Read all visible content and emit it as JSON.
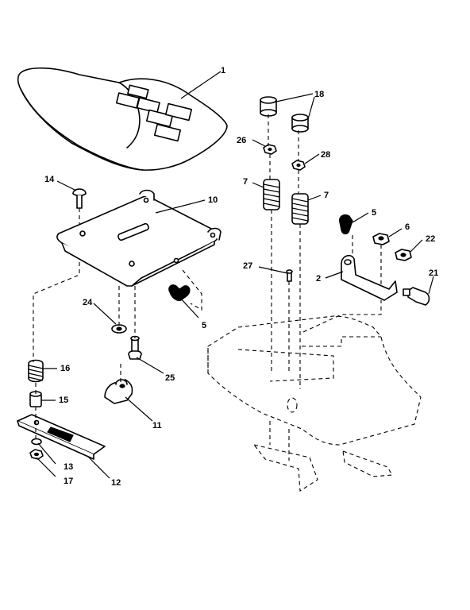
{
  "callouts": {
    "c1": "1",
    "c2": "2",
    "c5a": "5",
    "c5b": "5",
    "c6": "6",
    "c7a": "7",
    "c7b": "7",
    "c10": "10",
    "c11": "11",
    "c12": "12",
    "c13": "13",
    "c14": "14",
    "c15": "15",
    "c16": "16",
    "c17": "17",
    "c18": "18",
    "c21": "21",
    "c22": "22",
    "c24": "24",
    "c25": "25",
    "c26": "26",
    "c27": "27",
    "c28": "28"
  },
  "colors": {
    "ink": "#000000",
    "paper": "#ffffff"
  }
}
